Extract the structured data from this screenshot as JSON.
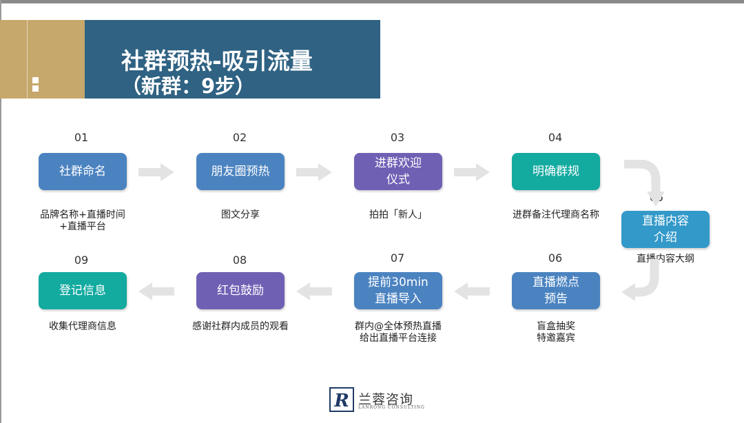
{
  "title": {
    "line1": "社群预热-吸引流量",
    "line2": "（新群：9步）"
  },
  "steps": [
    {
      "num": "01",
      "label": "社群命名",
      "caption_lines": [
        "品牌名称+直播时间",
        "+直播平台"
      ],
      "color": "#4b83c0"
    },
    {
      "num": "02",
      "label": "朋友圈预热",
      "caption_lines": [
        "图文分享"
      ],
      "color": "#4b83c0"
    },
    {
      "num": "03",
      "label_lines": [
        "进群欢迎",
        "仪式"
      ],
      "caption_lines": [
        "拍拍「新人」"
      ],
      "color": "#7060b4"
    },
    {
      "num": "04",
      "label": "明确群规",
      "caption_lines": [
        "进群备注代理商名称"
      ],
      "color": "#13aaa0"
    },
    {
      "num": "05",
      "label_lines": [
        "直播内容",
        "介绍"
      ],
      "caption_lines": [
        "直播内容大纲"
      ],
      "color": "#3399c9"
    },
    {
      "num": "06",
      "label_lines": [
        "直播燃点",
        "预告"
      ],
      "caption_lines": [
        "盲盒抽奖",
        "特邀嘉宾"
      ],
      "color": "#4b83c0"
    },
    {
      "num": "07",
      "label_lines": [
        "提前30min",
        "直播导入"
      ],
      "caption_lines": [
        "群内@全体预热直播",
        "给出直播平台连接"
      ],
      "color": "#4b83c0"
    },
    {
      "num": "08",
      "label": "红包鼓励",
      "caption_lines": [
        "感谢社群内成员的观看"
      ],
      "color": "#7060b4"
    },
    {
      "num": "09",
      "label": "登记信息",
      "caption_lines": [
        "收集代理商信息"
      ],
      "color": "#13aaa0"
    }
  ],
  "logo": {
    "name": "兰蓉咨询",
    "sub": "LANRONG CONSULTING",
    "letter": "R"
  }
}
